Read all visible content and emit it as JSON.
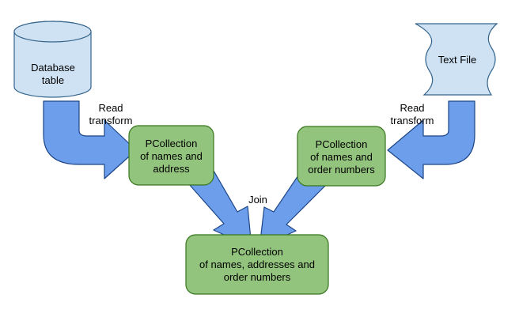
{
  "nodes": {
    "database": {
      "label": "Database\ntable"
    },
    "text_file": {
      "label": "Text File"
    },
    "pc_names_address": {
      "label": "PCollection\nof names and\naddress"
    },
    "pc_names_orders": {
      "label": "PCollection\nof names and\norder numbers"
    },
    "pc_joined": {
      "label": "PCollection\nof names, addresses and\norder numbers"
    }
  },
  "edges": {
    "read_left": {
      "label": "Read\ntransform"
    },
    "read_right": {
      "label": "Read\ntransform"
    },
    "join": {
      "label": "Join"
    }
  },
  "colors": {
    "source_fill": "#cfe2f3",
    "source_stroke": "#35658c",
    "pcollection_fill": "#93c47d",
    "pcollection_stroke": "#38761d",
    "arrow_fill": "#6d9eeb",
    "arrow_stroke": "#1c4587"
  }
}
